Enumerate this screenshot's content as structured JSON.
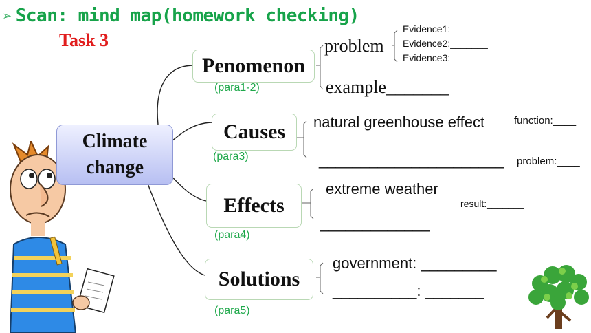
{
  "title": {
    "arrow": "➢",
    "text": "Scan: mind map(homework checking)"
  },
  "task": "Task 3",
  "center": {
    "line1": "Climate",
    "line2": "change"
  },
  "branches": {
    "phenomenon": {
      "label": "Penomenon",
      "para": "(para1-2)",
      "problem": "problem",
      "example": "example_______",
      "evidence": [
        "Evidence1:_______",
        "Evidence2:_______",
        "Evidence3:_______"
      ]
    },
    "causes": {
      "label": "Causes",
      "para": "(para3)",
      "natural": "natural greenhouse effect",
      "blank": "______________________",
      "function": "function:____",
      "problem": "problem:____"
    },
    "effects": {
      "label": "Effects",
      "para": "(para4)",
      "extreme": "extreme weather",
      "blank": "_____________",
      "result": "result:_______"
    },
    "solutions": {
      "label": "Solutions",
      "para": "(para5)",
      "government": "government: _________",
      "other": "__________: _______"
    }
  },
  "colors": {
    "title": "#17a34a",
    "task": "#e11d1d",
    "para": "#1ea84a",
    "box_border": "#b9d8b4"
  },
  "decor": {
    "left": "cartoon-student-icon",
    "right": "tree-icon"
  }
}
